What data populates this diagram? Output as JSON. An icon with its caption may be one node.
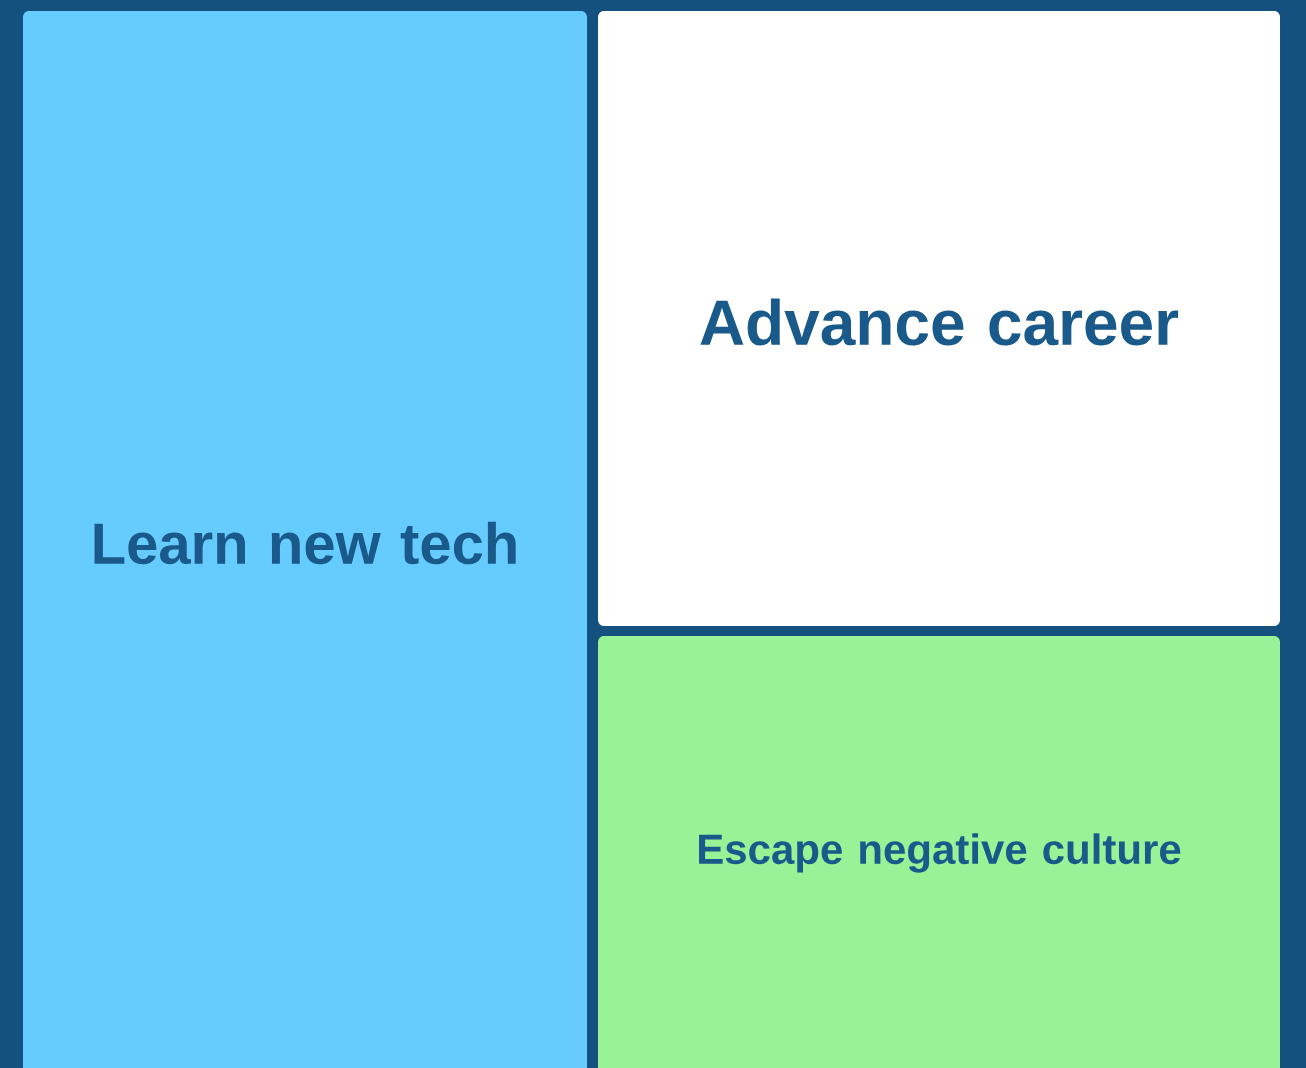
{
  "diagram": {
    "nodes": [
      {
        "text": [
          "Learn new tech"
        ]
      },
      {
        "text": [
          "Advance career"
        ]
      },
      {
        "text": [
          "Escape negative culture"
        ]
      }
    ]
  }
}
